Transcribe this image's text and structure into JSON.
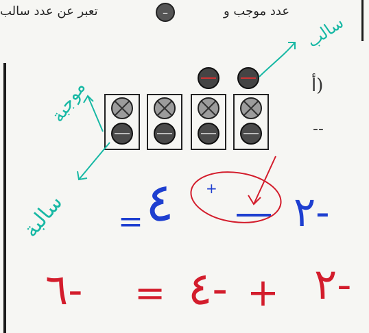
{
  "header": {
    "right_text": "عدد موجب و",
    "left_text": "تعبر عن عدد سالب",
    "chip_symbol": "–"
  },
  "question": {
    "label": "أ)",
    "answer_line": "--"
  },
  "annotations": {
    "positive_note": "موجبة",
    "negative_note_left": "سالبة",
    "negative_note_top": "سالب"
  },
  "equations": {
    "line1": {
      "a": "٢-",
      "b": "٤",
      "b_sign": "+",
      "result": "="
    },
    "line2": {
      "a": "٢-",
      "b": "٤-",
      "op": "+",
      "eq": "=",
      "result": "٦-"
    }
  },
  "colors": {
    "ink_blue": "#1e3fd0",
    "ink_red": "#d31d2c",
    "ink_green": "#17b8a4",
    "chip_dark": "#4a4a4a",
    "chip_light": "#9c9c9c"
  }
}
